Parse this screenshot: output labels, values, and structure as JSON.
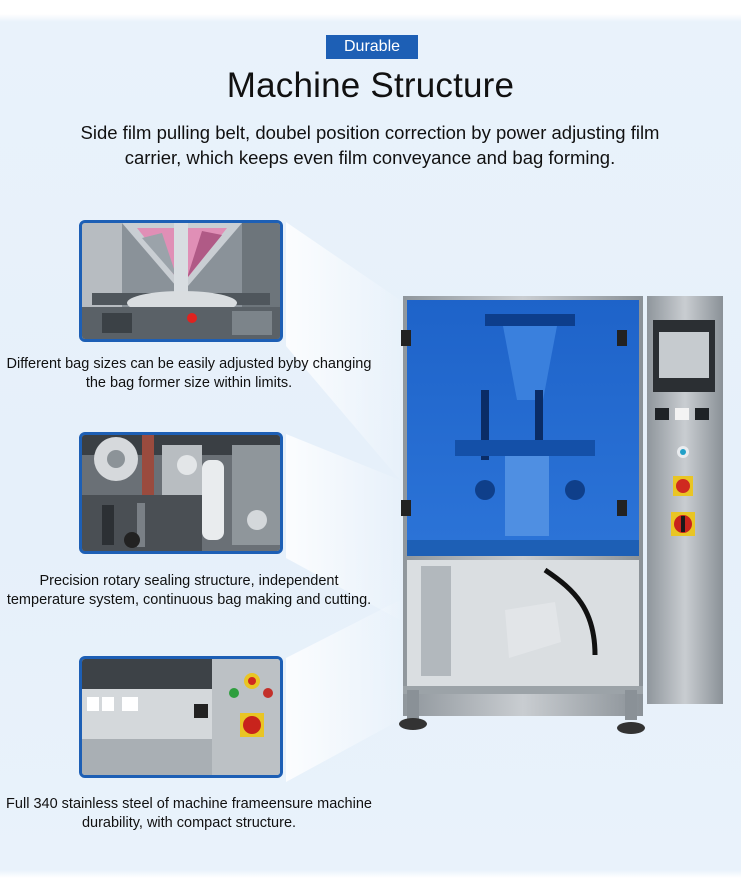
{
  "header": {
    "badge": "Durable",
    "title": "Machine Structure",
    "subtitle": "Side film pulling belt, doubel position correction by power adjusting film carrier, which keeps even film conveyance and bag forming."
  },
  "features": [
    {
      "caption": "Different bag sizes can be easily adjusted byby changing the bag former size within limits."
    },
    {
      "caption": "Precision rotary sealing structure, independent temperature system, continuous bag making and cutting."
    },
    {
      "caption": "Full 340 stainless steel of machine frameensure machine durability, with compact structure."
    }
  ],
  "colors": {
    "accent": "#1d5fb5",
    "background": "#e6f0fa"
  },
  "icons": [
    "bag-former-photo",
    "rotary-sealer-photo",
    "control-panel-photo",
    "packing-machine-photo"
  ]
}
